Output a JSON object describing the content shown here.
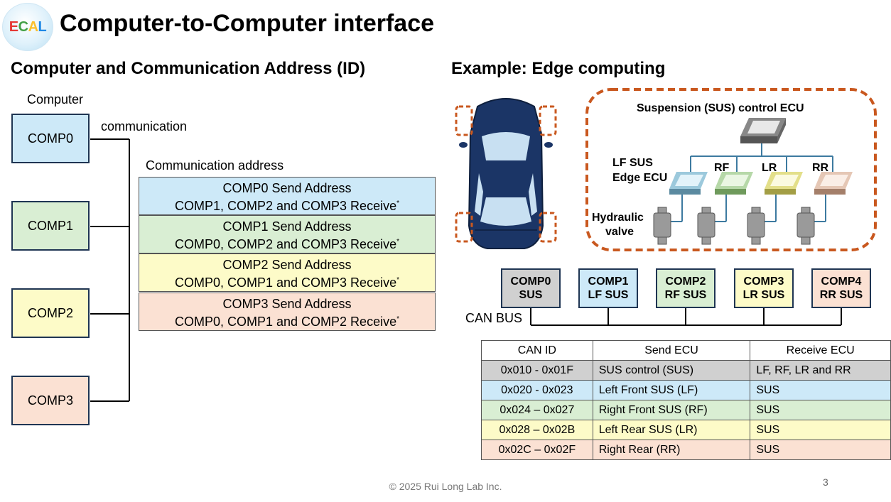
{
  "header": {
    "logo_text": "ECAL",
    "title": "Computer-to-Computer interface"
  },
  "left": {
    "heading": "Computer and Communication Address (ID)",
    "computer_label": "Computer",
    "communication_label": "communication",
    "address_label": "Communication address",
    "computers": [
      {
        "name": "COMP0",
        "color": "#cde9f8"
      },
      {
        "name": "COMP1",
        "color": "#d9eed3"
      },
      {
        "name": "COMP2",
        "color": "#fdfbc8"
      },
      {
        "name": "COMP3",
        "color": "#fbe1d3"
      }
    ],
    "addresses": [
      {
        "send": "COMP0 Send Address",
        "receive": "COMP1, COMP2 and COMP3 Receive",
        "color": "#cde9f8"
      },
      {
        "send": "COMP1 Send Address",
        "receive": "COMP0, COMP2 and COMP3 Receive",
        "color": "#d9eed3"
      },
      {
        "send": "COMP2 Send Address",
        "receive": "COMP0, COMP1 and COMP3 Receive",
        "color": "#fdfbc8"
      },
      {
        "send": "COMP3 Send Address",
        "receive": "COMP0, COMP1 and COMP2 Receive",
        "color": "#fbe1d3"
      }
    ],
    "asterisk": "*"
  },
  "right": {
    "heading": "Example: Edge computing",
    "sus_ecu_label": "Suspension (SUS) control ECU",
    "lf_label_line1": "LF SUS",
    "lf_label_line2": "Edge ECU",
    "rf_label": "RF",
    "lr_label": "LR",
    "rr_label": "RR",
    "valve_line1": "Hydraulic",
    "valve_line2": "valve",
    "can_bus_label": "CAN BUS",
    "ecus": [
      {
        "line1": "COMP0",
        "line2": "SUS",
        "color": "#d0d0d0"
      },
      {
        "line1": "COMP1",
        "line2": "LF SUS",
        "color": "#cde9f8"
      },
      {
        "line1": "COMP2",
        "line2": "RF SUS",
        "color": "#d9eed3"
      },
      {
        "line1": "COMP3",
        "line2": "LR SUS",
        "color": "#fdfbc8"
      },
      {
        "line1": "COMP4",
        "line2": "RR SUS",
        "color": "#fbe1d3"
      }
    ],
    "table": {
      "headers": [
        "CAN ID",
        "Send ECU",
        "Receive ECU"
      ],
      "rows": [
        {
          "id": "0x010 - 0x01F",
          "send": "SUS control (SUS)",
          "receive": "LF, RF, LR and RR",
          "color": "#d0d0d0"
        },
        {
          "id": "0x020 - 0x023",
          "send": "Left Front SUS (LF)",
          "receive": "SUS",
          "color": "#cde9f8"
        },
        {
          "id": "0x024 – 0x027",
          "send": "Right Front SUS (RF)",
          "receive": "SUS",
          "color": "#d9eed3"
        },
        {
          "id": "0x028 – 0x02B",
          "send": "Left Rear SUS (LR)",
          "receive": "SUS",
          "color": "#fdfbc8"
        },
        {
          "id": "0x02C – 0x02F",
          "send": "Right Rear (RR)",
          "receive": "SUS",
          "color": "#fbe1d3"
        }
      ]
    }
  },
  "footer": {
    "copyright": "© 2025 Rui Long Lab Inc.",
    "page_number": "3"
  }
}
